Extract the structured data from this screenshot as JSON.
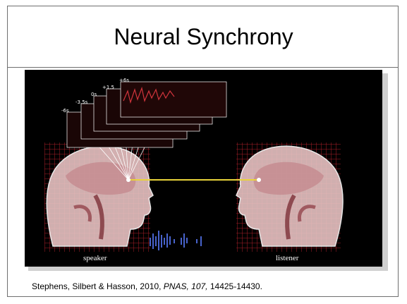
{
  "slide": {
    "title": "Neural Synchrony",
    "figure": {
      "speaker_label": "speaker",
      "listener_label": "listener",
      "lag_labels": [
        "-6s",
        "-3.5s",
        "0s",
        "+1.5",
        "+6s"
      ],
      "colors": {
        "background": "#000000",
        "grid": "#b0202a",
        "head": "#e7c3c3",
        "coupling_line": "#e8d23a",
        "speech_waveform": "#5a7cff"
      }
    },
    "citation": {
      "authors_year": "Stephens, Silbert & Hasson, 2010,",
      "journal": "PNAS,",
      "volume": "107,",
      "pages": "14425-14430."
    }
  }
}
